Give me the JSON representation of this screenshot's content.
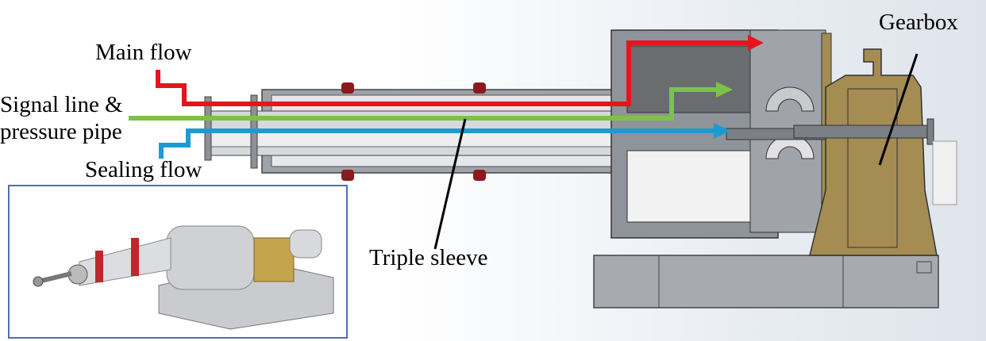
{
  "labels": {
    "main_flow": "Main flow",
    "signal_line_1": "Signal line &",
    "signal_line_2": "pressure pipe",
    "sealing_flow": "Sealing flow",
    "triple_sleeve": "Triple sleeve",
    "gearbox": "Gearbox"
  },
  "colors": {
    "main_flow": "#e4161c",
    "signal_line": "#7cc24a",
    "sealing_flow": "#1c9ad6",
    "gearbox": "#a48c52",
    "casing": "#8c8f96",
    "inset_border": "#4d6fb3"
  }
}
